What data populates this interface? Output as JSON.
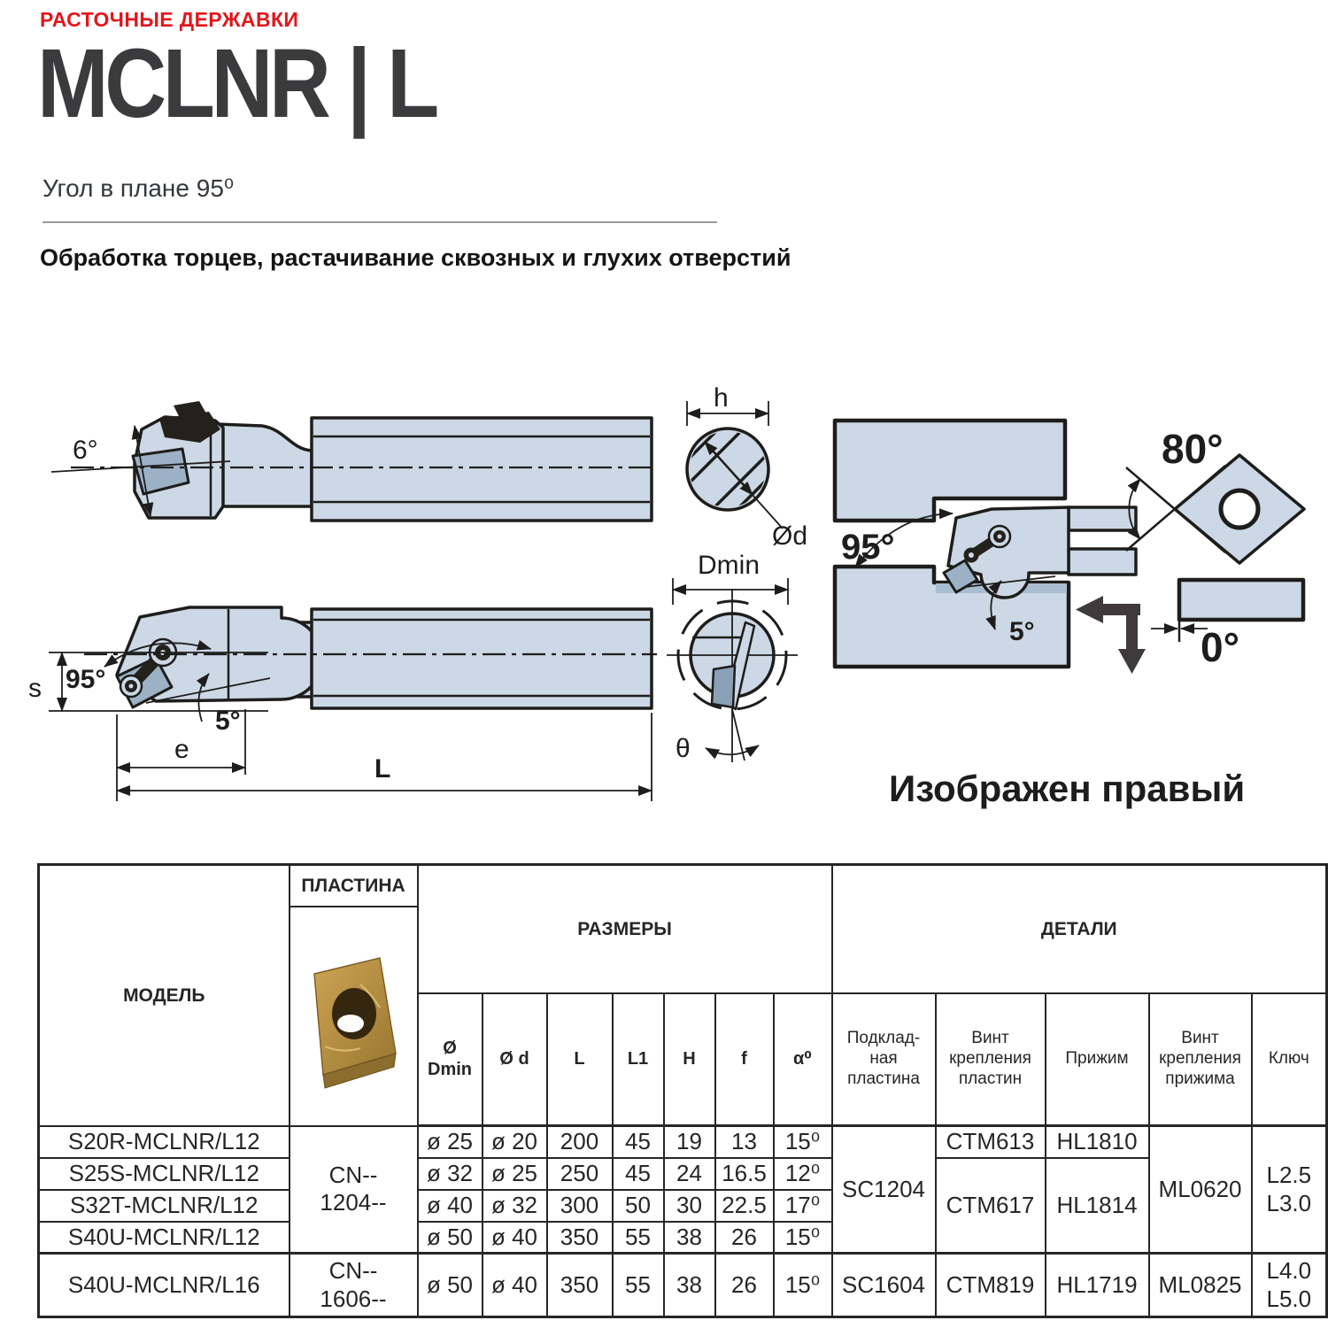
{
  "header": {
    "category": "РАСТОЧНЫЕ ДЕРЖАВКИ",
    "title": "MCLNR | L",
    "subtitle": "Угол в плане 95⁰",
    "description": "Обработка торцев, растачивание сквозных и глухих отверстий"
  },
  "drawing": {
    "caption": "Изображен правый",
    "labels": {
      "rake6": "6°",
      "s": "s",
      "side95": "95°",
      "side5": "5°",
      "e": "e",
      "len": "L",
      "h": "h",
      "od": "Ød",
      "dmin": "Dmin",
      "theta": "θ",
      "work95": "95°",
      "work5": "5°",
      "insert80": "80°",
      "relief0": "0°"
    }
  },
  "table": {
    "headers": {
      "model": "МОДЕЛЬ",
      "plate": "ПЛАСТИНА",
      "sizes": "РАЗМЕРЫ",
      "details": "ДЕТАЛИ",
      "size_cols": [
        "Ø\nDmin",
        "Ø d",
        "L",
        "L1",
        "H",
        "f",
        "α⁰"
      ],
      "detail_cols": [
        "Подклад-\nная\nпластина",
        "Винт\nкрепления\nпластин",
        "Прижим",
        "Винт\nкрепления\nприжима",
        "Ключ"
      ]
    },
    "merged": {
      "plate_1204": "CN--\n1204--",
      "backing_sc1204": "SC1204",
      "plate_screw_ctm613": "CTM613",
      "plate_screw_ctm617": "CTM617",
      "clamp_hl1810": "HL1810",
      "clamp_hl1814": "HL1814",
      "clamp_screw_ml0620": "ML0620",
      "wrench_l25": "L2.5\nL3.0"
    },
    "rows": [
      {
        "model": "S20R-MCLNR/L12",
        "dmin": "ø 25",
        "d": "ø 20",
        "l": "200",
        "l1": "45",
        "h": "19",
        "f": "13",
        "a": "15⁰"
      },
      {
        "model": "S25S-MCLNR/L12",
        "dmin": "ø 32",
        "d": "ø 25",
        "l": "250",
        "l1": "45",
        "h": "24",
        "f": "16.5",
        "a": "12⁰"
      },
      {
        "model": "S32T-MCLNR/L12",
        "dmin": "ø 40",
        "d": "ø 32",
        "l": "300",
        "l1": "50",
        "h": "30",
        "f": "22.5",
        "a": "17⁰"
      },
      {
        "model": "S40U-MCLNR/L12",
        "dmin": "ø 50",
        "d": "ø 40",
        "l": "350",
        "l1": "55",
        "h": "38",
        "f": "26",
        "a": "15⁰"
      },
      {
        "model": "S40U-MCLNR/L16",
        "plate": "CN--\n1606--",
        "dmin": "ø 50",
        "d": "ø 40",
        "l": "350",
        "l1": "55",
        "h": "38",
        "f": "26",
        "a": "15⁰",
        "backing": "SC1604",
        "plate_screw": "CTM819",
        "clamp": "HL1719",
        "clamp_screw": "ML0825",
        "wrench": "L4.0\nL5.0"
      }
    ]
  },
  "colors": {
    "accent_red": "#e3161b",
    "title_gray": "#3b3b3d",
    "outline_dark": "#1d1d1b",
    "part_fill_blue": "#ccd8e5",
    "insert_fill_blue": "#9db1c6",
    "machined_strip": "#a9bdd1",
    "feed_arrow_gray": "#3f3b3d",
    "insert_photo_gold": "#b8913f"
  }
}
